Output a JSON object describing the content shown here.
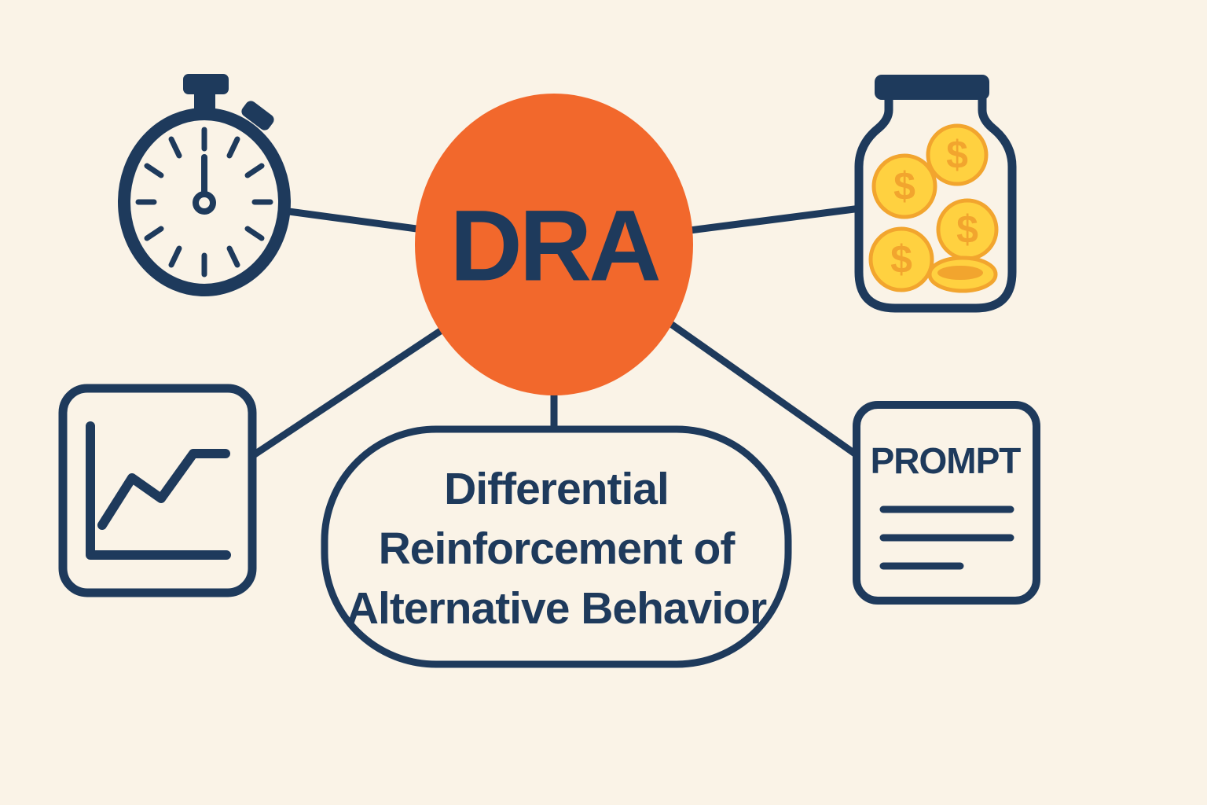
{
  "diagram": {
    "center_node": {
      "label": "DRA"
    },
    "definition_node": {
      "lines": [
        "Differential",
        "Reinforcement of",
        "Alternative Behavior"
      ]
    },
    "prompt_card": {
      "title": "PROMPT"
    },
    "money_jar": {
      "coin_symbol": "$"
    },
    "icons": {
      "top_left": "stopwatch-icon",
      "top_right": "money-jar-icon",
      "bottom_left": "line-chart-icon",
      "bottom_right": "prompt-document-icon"
    },
    "colors": {
      "background": "#FAF3E7",
      "navy": "#1E3A5C",
      "orange": "#F2682C",
      "coin_yellow": "#FFD140",
      "coin_accent": "#F2A52E"
    }
  }
}
